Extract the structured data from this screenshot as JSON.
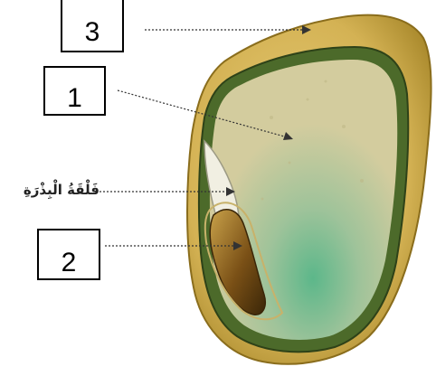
{
  "labels": {
    "box_1": "1",
    "box_2": "2",
    "box_3": "3",
    "cotyledon": "فَلْقَةُ الْبِذْرَةِ"
  },
  "colors": {
    "outer_coat": "#d4b254",
    "coat_shadow": "#a9892c",
    "inner_membrane": "#4c6a2a",
    "endosperm": "#d3cc9e",
    "endosperm_green": "#6fb88c",
    "embryo": "#5a3b10"
  }
}
